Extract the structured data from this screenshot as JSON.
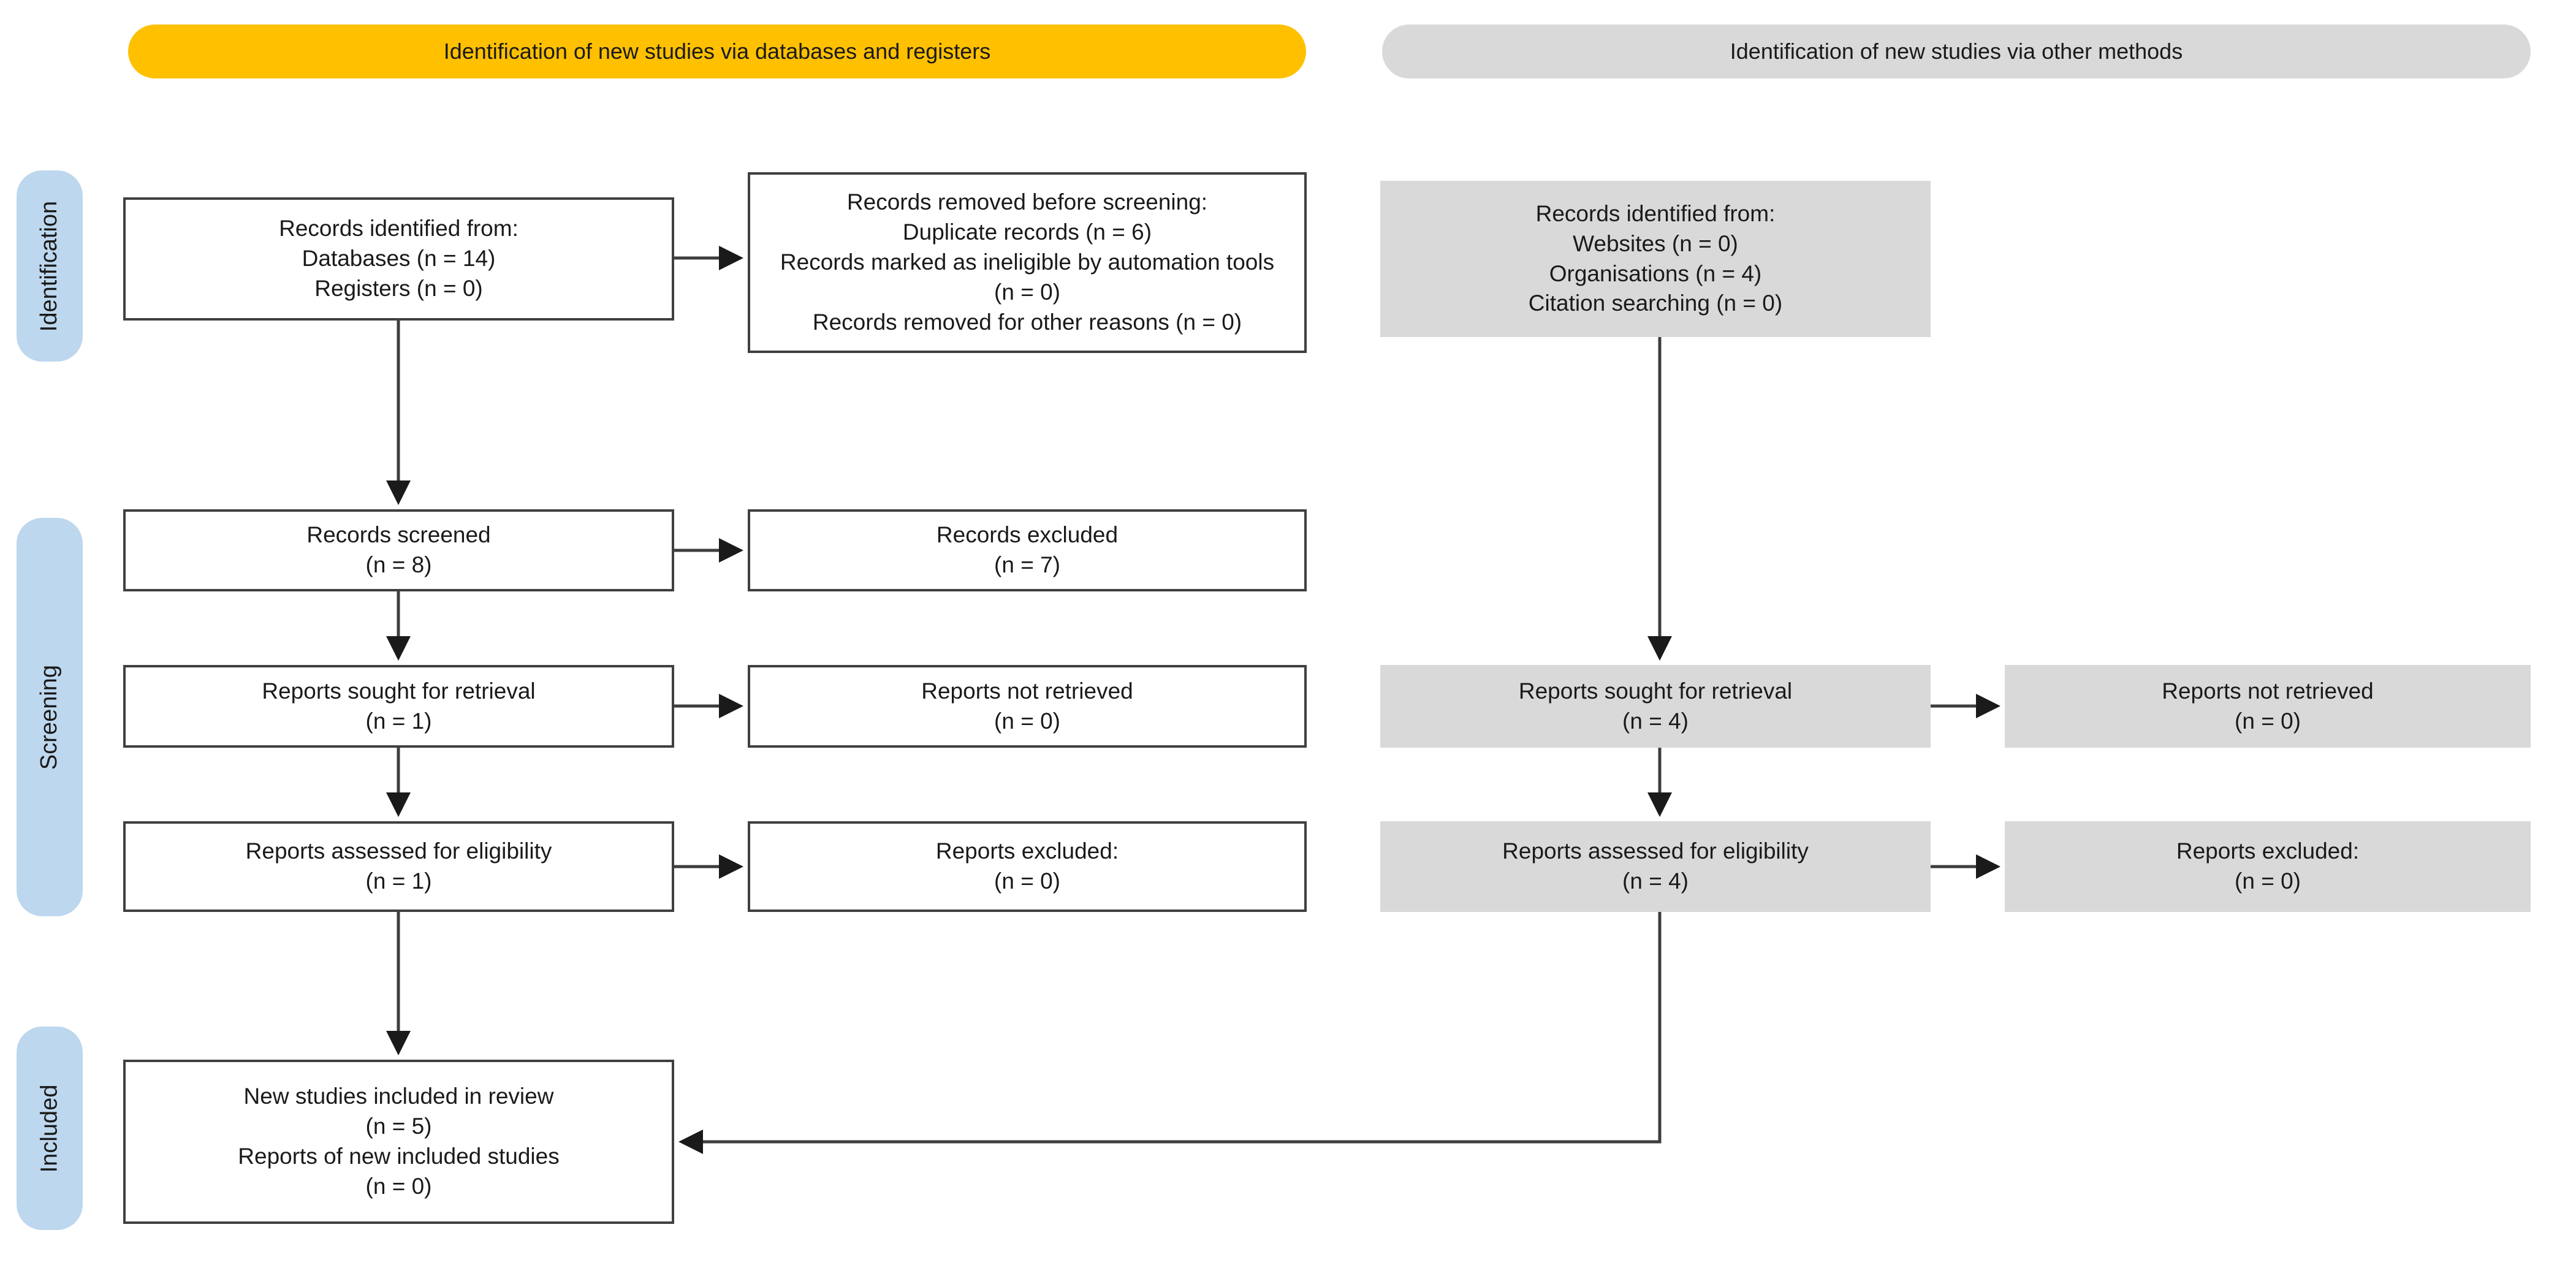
{
  "colors": {
    "banner_yellow": "#FFC000",
    "banner_gray": "#D9D9D9",
    "stage_blue": "#BDD7EE",
    "box_border": "#404040"
  },
  "headers": {
    "databases": "Identification of new studies via databases and registers",
    "other_methods": "Identification of new studies via other methods"
  },
  "stages": {
    "identification": "Identification",
    "screening": "Screening",
    "included": "Included"
  },
  "boxes": {
    "db_identified": {
      "lines": [
        "Records identified from:",
        "Databases (n = 14)",
        "Registers (n = 0)"
      ]
    },
    "removed_before_screening": {
      "lines": [
        "Records removed before screening:",
        "Duplicate records (n = 6)",
        "Records marked as ineligible by automation tools (n = 0)",
        "Records removed for other reasons (n = 0)"
      ]
    },
    "other_identified": {
      "lines": [
        "Records identified from:",
        "Websites (n = 0)",
        "Organisations (n = 4)",
        "Citation searching (n = 0)"
      ]
    },
    "records_screened": {
      "lines": [
        "Records screened",
        "(n = 8)"
      ]
    },
    "records_excluded": {
      "lines": [
        "Records excluded",
        "(n = 7)"
      ]
    },
    "reports_sought_db": {
      "lines": [
        "Reports sought for retrieval",
        "(n = 1)"
      ]
    },
    "reports_not_retrieved_db": {
      "lines": [
        "Reports not retrieved",
        "(n = 0)"
      ]
    },
    "reports_sought_other": {
      "lines": [
        "Reports sought for retrieval",
        "(n = 4)"
      ]
    },
    "reports_not_retrieved_other": {
      "lines": [
        "Reports not retrieved",
        "(n = 0)"
      ]
    },
    "reports_assessed_db": {
      "lines": [
        "Reports assessed for eligibility",
        "(n = 1)"
      ]
    },
    "reports_excluded_db": {
      "lines": [
        "Reports excluded:",
        "(n = 0)"
      ]
    },
    "reports_assessed_other": {
      "lines": [
        "Reports assessed for eligibility",
        "(n = 4)"
      ]
    },
    "reports_excluded_other": {
      "lines": [
        "Reports excluded:",
        "(n = 0)"
      ]
    },
    "included": {
      "lines": [
        "New studies included in review",
        "(n = 5)",
        "Reports of new included studies",
        "(n = 0)"
      ]
    }
  }
}
